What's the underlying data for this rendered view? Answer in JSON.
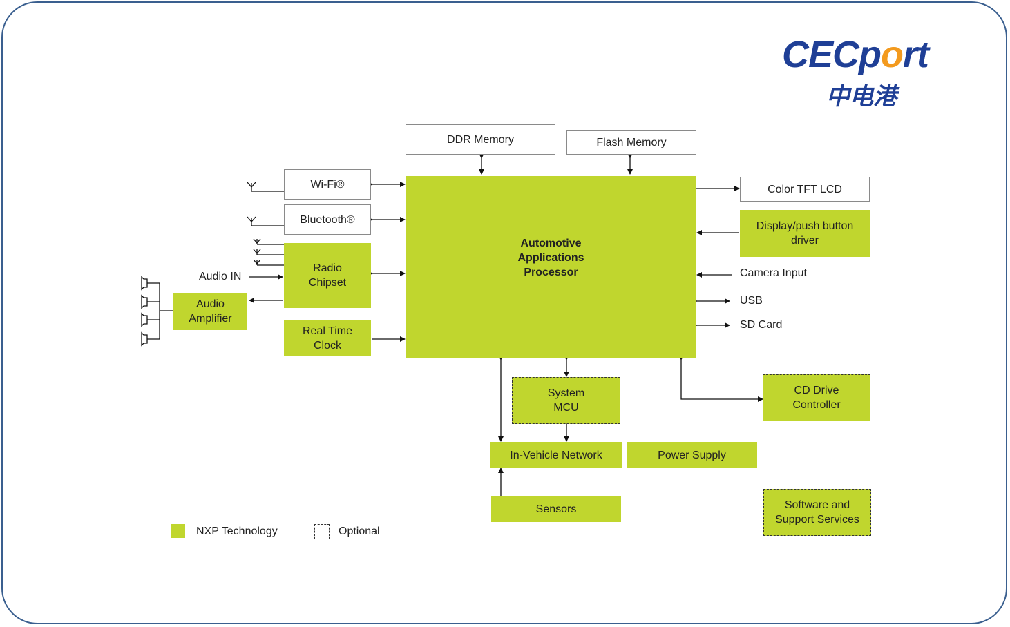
{
  "logo": {
    "brand_en": "CECport",
    "brand_cn": "中电港",
    "accent_color": "#f39a1e",
    "primary_color": "#1f3f96"
  },
  "colors": {
    "nxp": "#c0d62e",
    "border": "#3a5f8f"
  },
  "blocks": {
    "ddr": "DDR Memory",
    "flash": "Flash Memory",
    "wifi": "Wi-Fi®",
    "bluetooth": "Bluetooth®",
    "radio": "Radio\nChipset",
    "rtc": "Real Time\nClock",
    "amp": "Audio\nAmplifier",
    "processor": "Automotive\nApplications\nProcessor",
    "lcd": "Color TFT LCD",
    "display_driver": "Display/push button\ndriver",
    "system_mcu": "System\nMCU",
    "cd_drive": "CD Drive\nController",
    "ivn": "In-Vehicle Network",
    "power": "Power Supply",
    "sensors": "Sensors",
    "software": "Software and\nSupport Services"
  },
  "labels": {
    "audio_in": "Audio IN",
    "camera": "Camera Input",
    "usb": "USB",
    "sd": "SD Card"
  },
  "legend": {
    "nxp": "NXP Technology",
    "optional": "Optional"
  }
}
